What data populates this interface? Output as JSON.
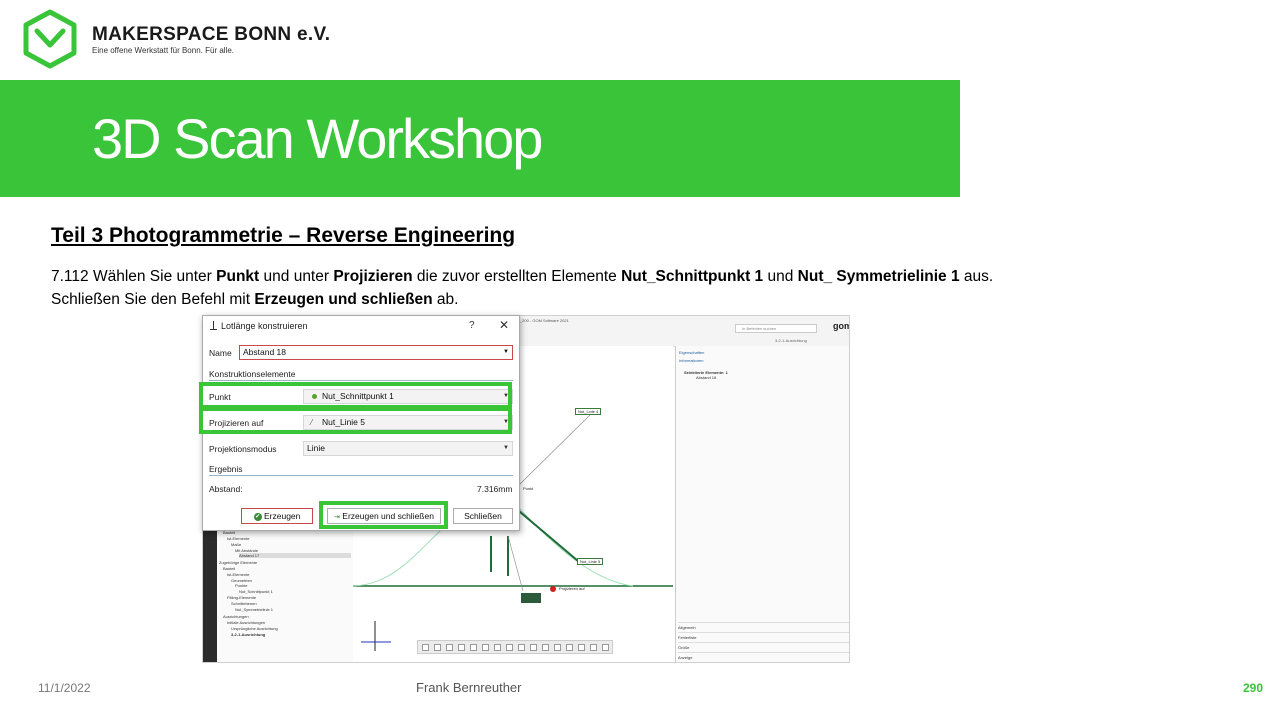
{
  "header": {
    "brand_name": "MAKERSPACE BONN e.V.",
    "brand_sub": "Eine offene Werkstatt für Bonn. Für alle.",
    "banner_title": "3D Scan Workshop"
  },
  "content": {
    "section_title": "Teil 3  Photogrammetrie  – Reverse Engineering",
    "line1": {
      "t1": "7.112 Wählen Sie unter ",
      "b1": "Punkt",
      "t2": " und unter ",
      "b2": "Projizieren",
      "t3": " die zuvor erstellten Elemente ",
      "b3": "Nut_Schnittpunkt 1",
      "t4": " und ",
      "b4": "Nut_ Symmetrielinie 1",
      "t5": " aus."
    },
    "line2": {
      "t1": "Schließen Sie den Befehl mit ",
      "b1": "Erzeugen und schließen",
      "t2": " ab."
    }
  },
  "footer": {
    "date": "11/1/2022",
    "author": "Frank Bernreuther",
    "page": "290"
  },
  "app": {
    "title": "Ted_1_200 - GOM Software 2021",
    "search_placeholder": "In Befehlen suchen",
    "logo": "gom",
    "alignment_label": "3-2-1-Ausrichtung",
    "tabs": {
      "properties": "Eigenschaften",
      "information": "Informationen"
    },
    "selected_header": "Selektierte Elemente: 1",
    "selected_item": "Abstand 18",
    "property_rows": [
      "Allgemein",
      "Fehlerliste",
      "Größe",
      "Anzeige"
    ],
    "viewport_labels": {
      "nut_linie_4": "Nut_Linie 4",
      "punkt": "Punkt",
      "nut_linie_5": "Nut_Linie 5",
      "projizieren_auf": "Projizieren auf"
    },
    "tree": [
      "Bauteil",
      "Ist-Elemente",
      "Maße",
      "Mit Abstände",
      "Abstand 17",
      "Zugehörige Elemente",
      "Bauteil",
      "Ist-Elemente",
      "Geometrien",
      "Punkte",
      "Nut_Schnittpunkt 1",
      "Fitting-Elemente",
      "Schnittebenen",
      "Nut_Symmetrielinie 1",
      "Ausrichtungen",
      "Initiale Ausrichtungen",
      "Ursprüngliche Ausrichtung",
      "3-2-1-Ausrichtung"
    ]
  },
  "dialog": {
    "title": "Lotlänge konstruieren",
    "help": "?",
    "close": "✕",
    "name_label": "Name",
    "name_value": "Abstand 18",
    "section_construction": "Konstruktionselemente",
    "punkt_label": "Punkt",
    "punkt_value": "Nut_Schnittpunkt 1",
    "projizieren_label": "Projizieren auf",
    "projizieren_value": "Nut_Linie 5",
    "modus_label": "Projektionsmodus",
    "modus_value": "Linie",
    "section_result": "Ergebnis",
    "abstand_label": "Abstand:",
    "abstand_value": "7.316mm",
    "btn_create": "Erzeugen",
    "btn_create_close": "Erzeugen und schließen",
    "btn_close": "Schließen"
  },
  "colors": {
    "accent_green": "#3ac43a",
    "input_border_red": "#c8484c"
  }
}
